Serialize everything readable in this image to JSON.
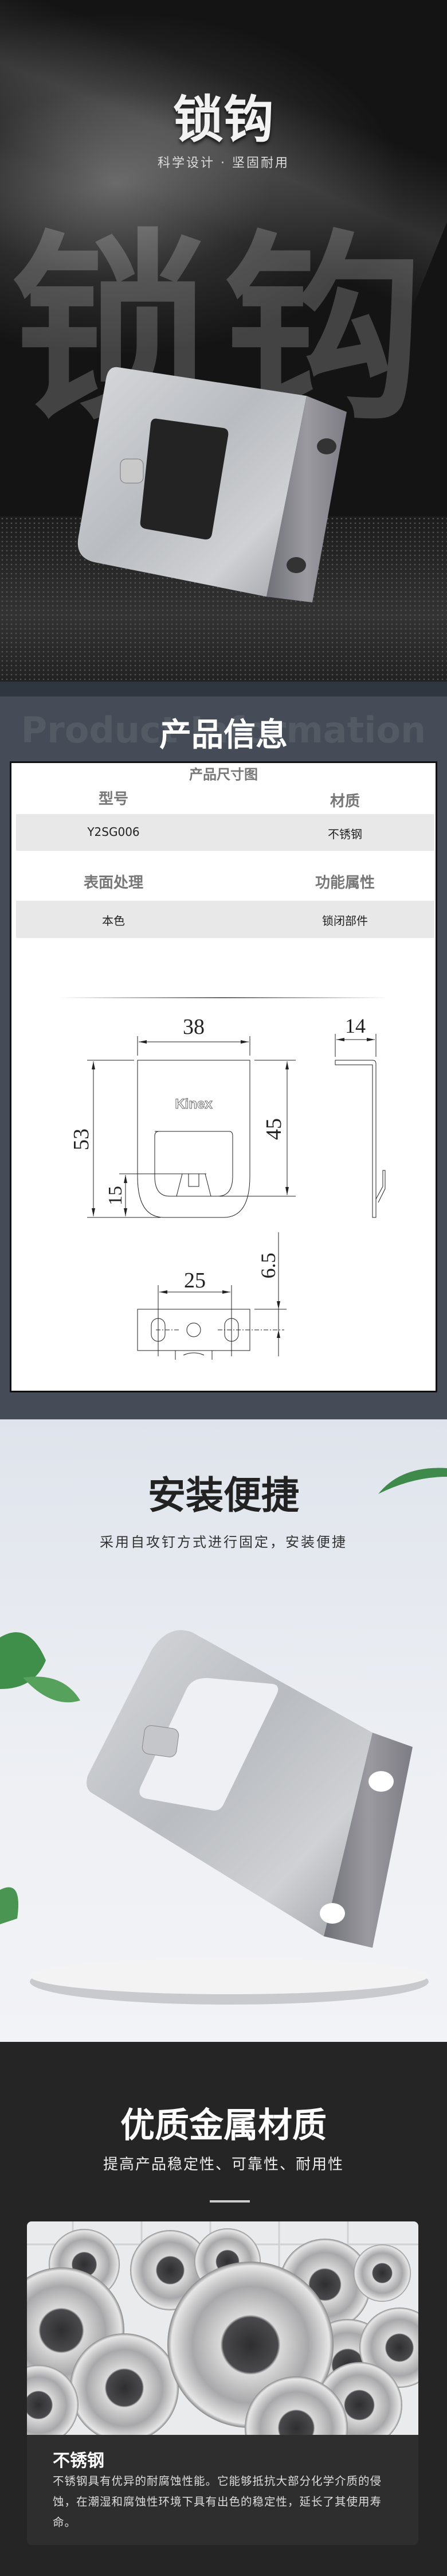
{
  "hero": {
    "title": "锁钩",
    "subtitle": "科学设计 · 坚固耐用",
    "watermark": "锁钩"
  },
  "info": {
    "ghost": "Product Information",
    "title": "产品信息",
    "rows": [
      {
        "labels": [
          "型号",
          "材质"
        ],
        "values": [
          "Y2SG006",
          "不锈钢"
        ]
      },
      {
        "labels": [
          "表面处理",
          "功能属性"
        ],
        "values": [
          "本色",
          "锁闭部件"
        ]
      }
    ],
    "dimension_title": "产品尺寸图",
    "dimensions": {
      "width": "38",
      "height": "53",
      "inner_height": "45",
      "hook_height": "15",
      "depth": "14",
      "hole_spacing": "25",
      "hole_offset": "6.5",
      "logo": "Kinex"
    }
  },
  "install": {
    "title": "安装便捷",
    "subtitle": "采用自攻钉方式进行固定，安装便捷"
  },
  "material": {
    "title": "优质金属材质",
    "subtitle": "提高产品稳定性、可靠性、耐用性",
    "card_title": "不锈钢",
    "card_text": "不锈钢具有优异的耐腐蚀性能。它能够抵抗大部分化学介质的侵蚀，在潮湿和腐蚀性环境下具有出色的稳定性，延长了其使用寿命。"
  }
}
